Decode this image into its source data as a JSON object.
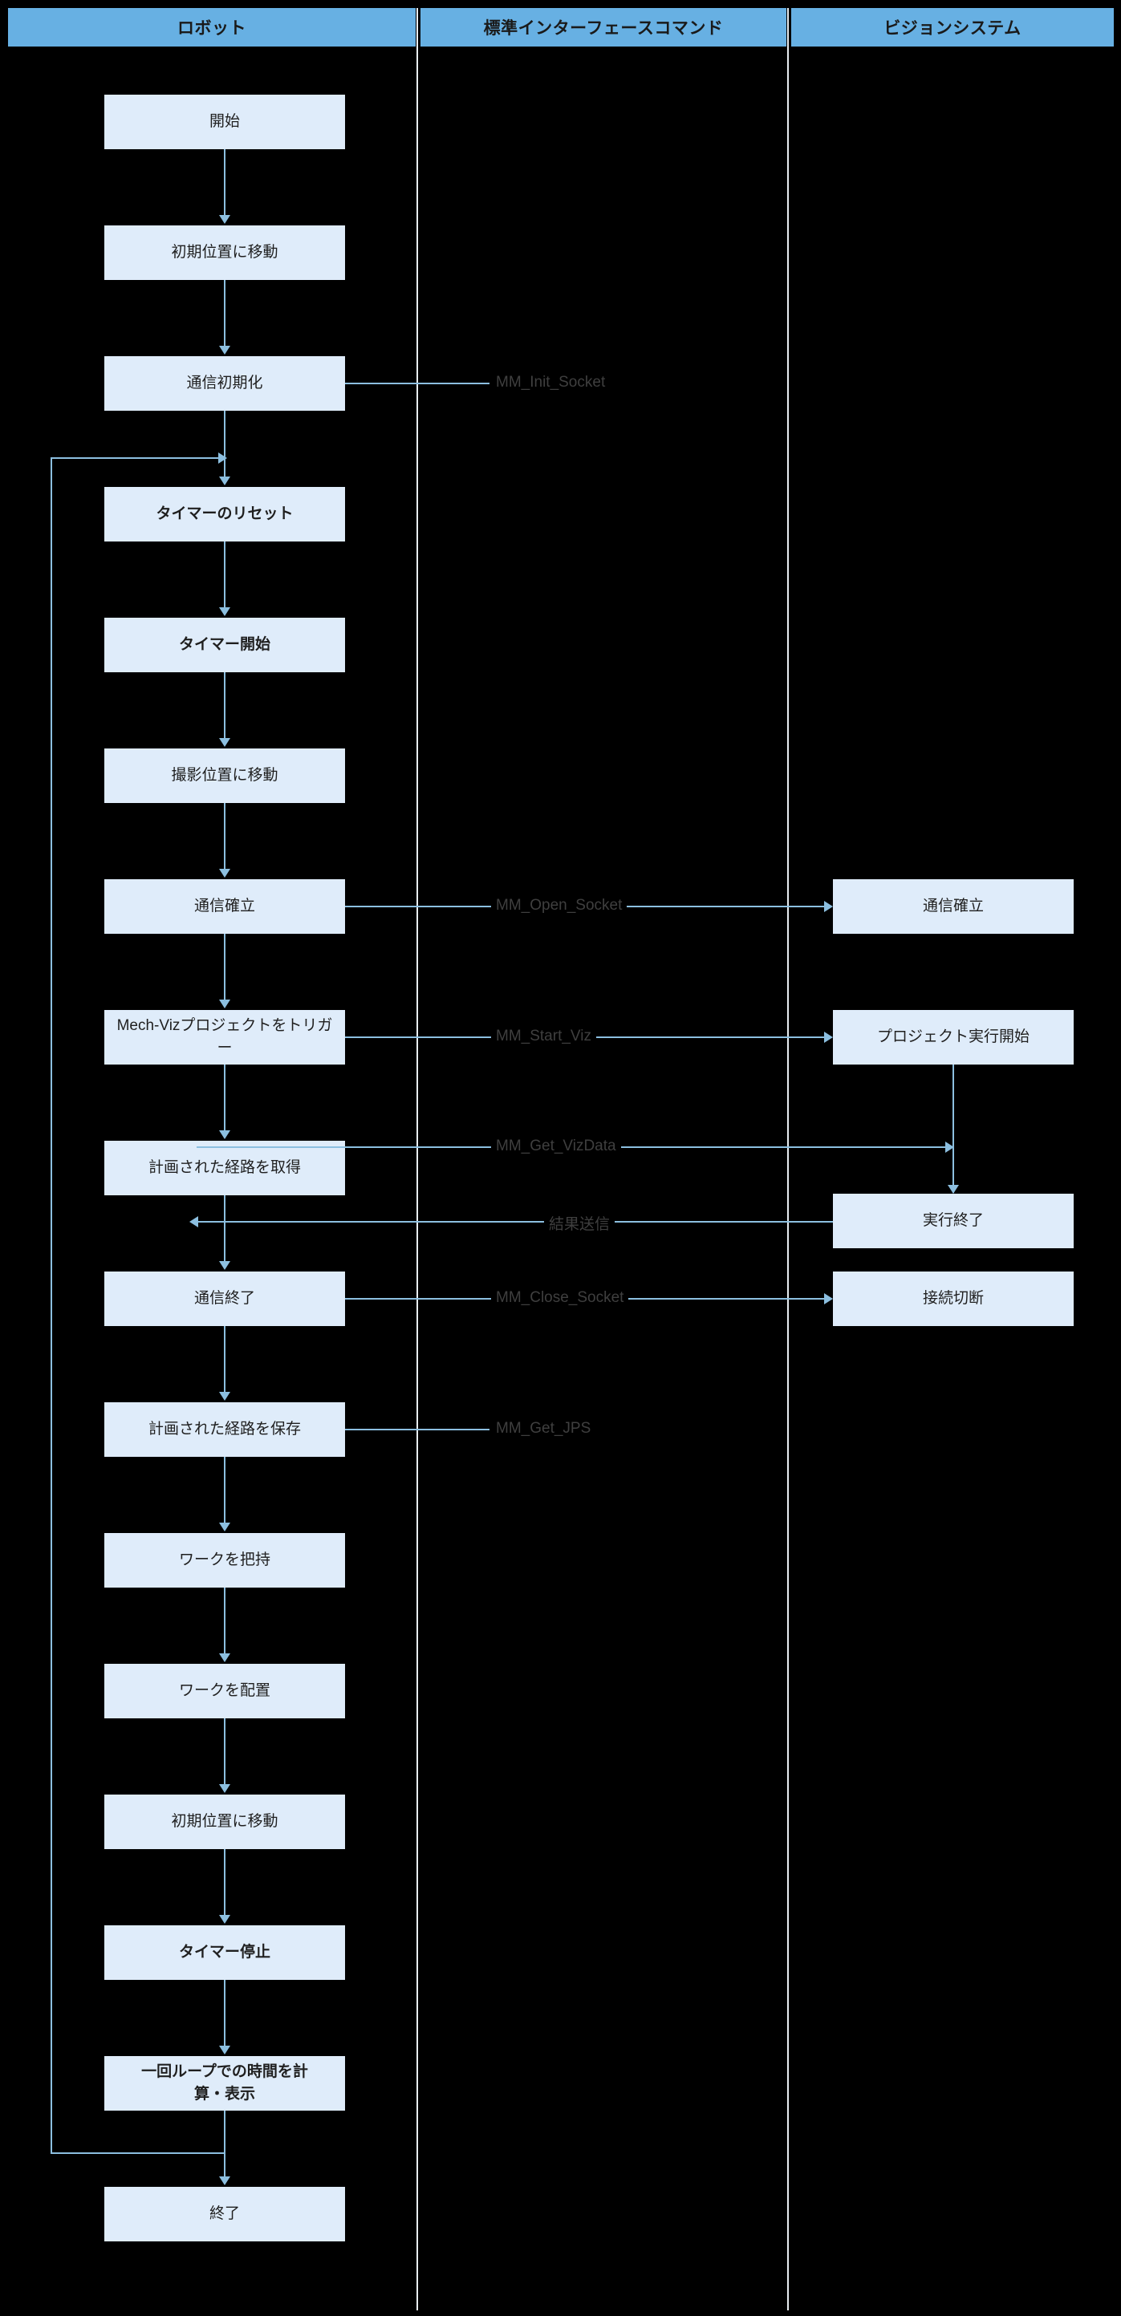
{
  "diagram": {
    "title": "ロボット・標準インターフェースコマンド・ビジョンシステム フローチャート",
    "background_color": "#000000",
    "header_color": "#67b0e3",
    "node_color": "#dfecfa",
    "line_color": "#8cbfe0"
  },
  "lanes": [
    {
      "id": "robot",
      "label": "ロボット"
    },
    {
      "id": "command",
      "label": "標準インターフェースコマンド"
    },
    {
      "id": "vision",
      "label": "ビジョンシステム"
    }
  ],
  "robot_nodes": [
    {
      "id": "start",
      "label": "開始",
      "bold": false
    },
    {
      "id": "move-home-1",
      "label": "初期位置に移動",
      "bold": false
    },
    {
      "id": "init-comm",
      "label": "通信初期化",
      "bold": false
    },
    {
      "id": "timer-reset",
      "label": "タイマーのリセット",
      "bold": true
    },
    {
      "id": "timer-start",
      "label": "タイマー開始",
      "bold": true
    },
    {
      "id": "move-capture",
      "label": "撮影位置に移動",
      "bold": false
    },
    {
      "id": "open-comm",
      "label": "通信確立",
      "bold": false
    },
    {
      "id": "trigger-viz",
      "label": "Mech-Vizプロジェクトをトリガー",
      "bold": false
    },
    {
      "id": "get-path",
      "label": "計画された経路を取得",
      "bold": false
    },
    {
      "id": "close-comm",
      "label": "通信終了",
      "bold": false
    },
    {
      "id": "save-path",
      "label": "計画された経路を保存",
      "bold": false
    },
    {
      "id": "pick",
      "label": "ワークを把持",
      "bold": false
    },
    {
      "id": "place",
      "label": "ワークを配置",
      "bold": false
    },
    {
      "id": "move-home-2",
      "label": "初期位置に移動",
      "bold": false
    },
    {
      "id": "timer-stop",
      "label": "タイマー停止",
      "bold": true
    },
    {
      "id": "calc-time",
      "label": "一回ループでの時間を計算・表示",
      "bold": true
    },
    {
      "id": "end",
      "label": "終了",
      "bold": false
    }
  ],
  "vision_nodes": [
    {
      "id": "v-open-comm",
      "label": "通信確立"
    },
    {
      "id": "v-start-proj",
      "label": "プロジェクト実行開始"
    },
    {
      "id": "v-end-exec",
      "label": "実行終了"
    },
    {
      "id": "v-disconnect",
      "label": "接続切断"
    }
  ],
  "command_labels": [
    {
      "id": "cmd-init-socket",
      "label": "MM_Init_Socket"
    },
    {
      "id": "cmd-open-socket",
      "label": "MM_Open_Socket"
    },
    {
      "id": "cmd-start-viz",
      "label": "MM_Start_Viz"
    },
    {
      "id": "cmd-get-vizdata",
      "label": "MM_Get_VizData"
    },
    {
      "id": "cmd-send-result",
      "label": "結果送信"
    },
    {
      "id": "cmd-close-socket",
      "label": "MM_Close_Socket"
    },
    {
      "id": "cmd-get-jps",
      "label": "MM_Get_JPS"
    }
  ]
}
